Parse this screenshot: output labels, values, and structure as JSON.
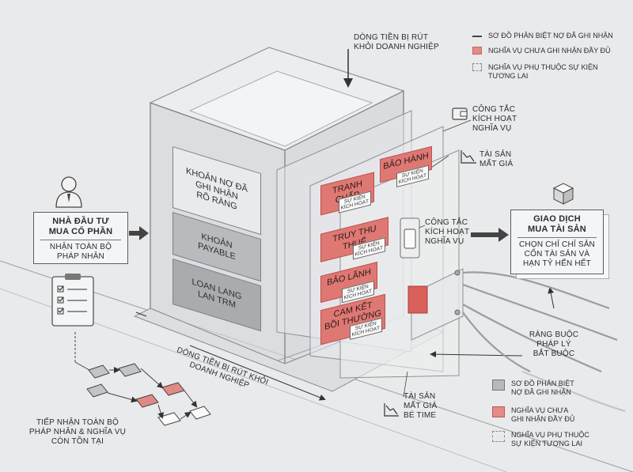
{
  "top_flow": {
    "line1": "Dòng tiền bị rút",
    "line2": "khỏi doanh nghiệp"
  },
  "bottom_flow": {
    "line1": "Dòng tiền bị rút khỏi",
    "line2": "doanh nghiệp"
  },
  "investor": {
    "title_line1": "Nhà đầu tư",
    "title_line2": "mua cổ phần",
    "sub_line1": "Nhận toàn bộ",
    "sub_line2": "pháp nhân"
  },
  "flowchart_caption": {
    "line1": "Tiếp nhận toàn bộ",
    "line2": "pháp nhân & nghĩa vụ",
    "line3": "còn tồn tại"
  },
  "liabilities": [
    {
      "line1": "Khoản nợ đã",
      "line2": "ghi nhận",
      "line3": "rõ ràng"
    },
    {
      "line1": "Khoản",
      "line2": "payable"
    },
    {
      "line1": "Loan lang",
      "line2": "lan TRM"
    }
  ],
  "contingent": [
    {
      "label": "Tranh chấp",
      "tag1": "Sự kiện",
      "tag2": "kích hoạt"
    },
    {
      "label": "Bảo hành",
      "tag1": "Sự kiện",
      "tag2": "kích hoạt"
    },
    {
      "label": "Truy thu thuế",
      "tag1": "Sự kiện",
      "tag2": "kích hoạt"
    },
    {
      "label": "Bảo lãnh",
      "tag1": "Sự kiện",
      "tag2": "kích hoạt"
    },
    {
      "label": "Cam kết",
      "label2": "bồi thường",
      "tag1": "Sự kiện",
      "tag2": "kích hoạt"
    }
  ],
  "switch_label": {
    "line1": "Công tắc",
    "line2": "kích hoạt",
    "line3": "nghĩa vụ"
  },
  "wallet_label": {
    "line1": "Công tắc",
    "line2": "kích hoạt",
    "line3": "nghĩa vụ"
  },
  "asset_loss_top": {
    "line1": "Tài sản",
    "line2": "mất giá"
  },
  "asset_loss_bottom": {
    "line1": "Tài sản",
    "line2": "mất giá",
    "line3": "bé time"
  },
  "asset_deal": {
    "title_line1": "Giao dịch",
    "title_line2": "mua tài sản",
    "sub_line1": "Chọn chỉ chỉ sản",
    "sub_line2": "cốn tài sản và",
    "sub_line3": "hạn tỷ hến hết"
  },
  "legal_binding": {
    "line1": "Ràng buộc",
    "line2": "pháp lý",
    "line3": "bắt buộc"
  },
  "legend_top": [
    {
      "swatch": "line",
      "text": "Sơ đồ phân biệt nợ đã ghi nhận"
    },
    {
      "swatch": "red",
      "text": "Nghĩa vụ chưa ghi nhận đầy đủ"
    },
    {
      "swatch": "dashed",
      "text": "Nghĩa vụ phụ thuộc sự kiện tương lai"
    }
  ],
  "legend_bottom": [
    {
      "swatch": "gray",
      "line1": "Sơ đồ phân biệt",
      "line2": "nợ đã ghi nhận"
    },
    {
      "swatch": "red",
      "line1": "Nghĩa vụ chưa",
      "line2": "ghi nhận đầy đủ"
    },
    {
      "swatch": "dashed",
      "line1": "Nghĩa vụ phụ thuộc",
      "line2": "sự kiện tương lai"
    }
  ],
  "colors": {
    "red": "#df7873",
    "gray_block": "#b9bbbe",
    "glass": "#d6dadd"
  }
}
